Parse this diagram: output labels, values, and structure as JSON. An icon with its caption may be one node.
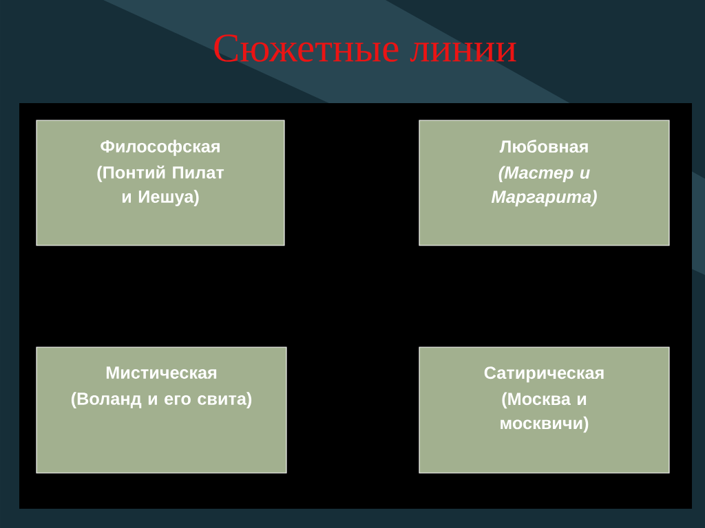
{
  "diagram": {
    "title": "Сюжетные линии",
    "nodes": [
      {
        "text": [
          "Философская",
          "(Понтий Пилат и Иешуа)"
        ]
      },
      {
        "text": [
          "Любовная",
          "(Мастер и Маргарита)"
        ]
      },
      {
        "text": [
          "Мистическая",
          "(Воланд и его свита)"
        ]
      },
      {
        "text": [
          "Сатирическая",
          "(Москва и москвичи)"
        ]
      }
    ]
  }
}
